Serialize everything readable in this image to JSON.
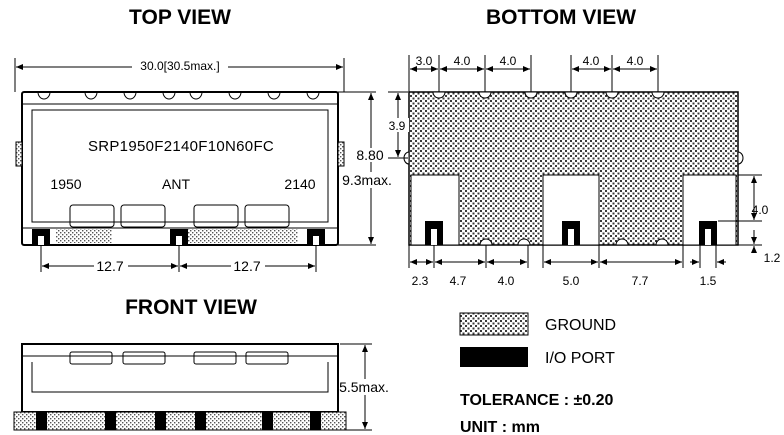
{
  "titles": {
    "top": "TOP VIEW",
    "bottom": "BOTTOM VIEW",
    "front": "FRONT VIEW"
  },
  "top_view": {
    "part_number": "SRP1950F2140F10N60FC",
    "port_left": "1950",
    "port_center": "ANT",
    "port_right": "2140",
    "dim_length": "30.0[30.5max.]",
    "dim_width": "8.80",
    "dim_width_max": "9.3max.",
    "dim_pitch_left": "12.7",
    "dim_pitch_right": "12.7"
  },
  "bottom_view": {
    "top_dims": [
      "3.0",
      "4.0",
      "4.0",
      "4.0",
      "4.0"
    ],
    "dim_side_top": "3.9",
    "dim_side_bottom_a": "4.0",
    "dim_side_bottom_b": "1.2",
    "bottom_dims": [
      "2.3",
      "4.7",
      "4.0",
      "5.0",
      "7.7",
      "1.5"
    ]
  },
  "front_view": {
    "dim_height": "5.5max."
  },
  "legend": {
    "ground": "GROUND",
    "io_port": "I/O PORT",
    "tolerance": "TOLERANCE : ±0.20",
    "unit": "UNIT : mm"
  },
  "colors": {
    "ink": "#000000",
    "hatch": "#4a4a4a",
    "fill_light": "#d8d8d8"
  }
}
